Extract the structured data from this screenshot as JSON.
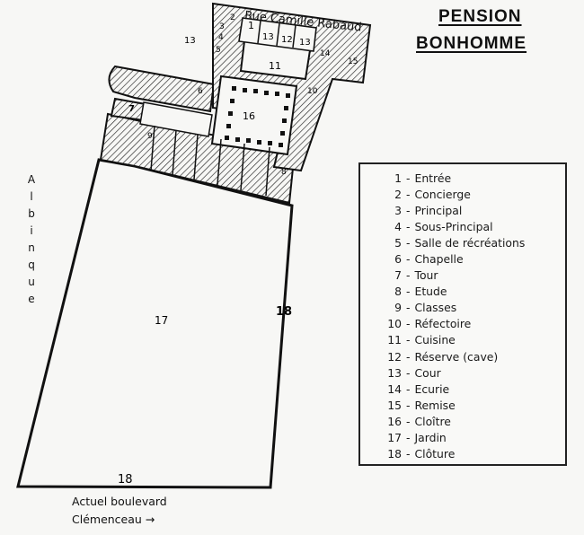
{
  "title": {
    "line1": "PENSION",
    "line2": "BONHOMME"
  },
  "streets": {
    "top": "Rue Camille Rabaud",
    "left": [
      "A",
      "l",
      "b",
      "i",
      "n",
      "q",
      "u",
      "e"
    ],
    "bottom_line1": "Actuel boulevard",
    "bottom_line2": "Clémenceau  →"
  },
  "legend": [
    {
      "num": "1",
      "label": "Entrée"
    },
    {
      "num": "2",
      "label": "Concierge"
    },
    {
      "num": "3",
      "label": "Principal"
    },
    {
      "num": "4",
      "label": "Sous-Principal"
    },
    {
      "num": "5",
      "label": "Salle de récréations"
    },
    {
      "num": "6",
      "label": "Chapelle"
    },
    {
      "num": "7",
      "label": "Tour"
    },
    {
      "num": "8",
      "label": "Etude"
    },
    {
      "num": "9",
      "label": "Classes"
    },
    {
      "num": "10",
      "label": "Réfectoire"
    },
    {
      "num": "11",
      "label": "Cuisine"
    },
    {
      "num": "12",
      "label": "Réserve (cave)"
    },
    {
      "num": "13",
      "label": "Cour"
    },
    {
      "num": "14",
      "label": "Ecurie"
    },
    {
      "num": "15",
      "label": "Remise"
    },
    {
      "num": "16",
      "label": "Cloître"
    },
    {
      "num": "17",
      "label": "Jardin"
    },
    {
      "num": "18",
      "label": "Clôture"
    }
  ],
  "plan_labels": {
    "garden": "17",
    "fence_right": "18",
    "fence_bottom": "18",
    "cloister": "16",
    "kitchen": "11",
    "courtyard_a": "13",
    "courtyard_b": "13",
    "courtyard_c": "13",
    "reserve": "12",
    "entry": "1",
    "concierge": "2",
    "principal": "3",
    "sous_principal": "4",
    "recreation": "5",
    "chapel": "6",
    "tower": "7",
    "study": "8",
    "classes": "9",
    "refectory": "10",
    "stable": "14",
    "remise": "15"
  }
}
